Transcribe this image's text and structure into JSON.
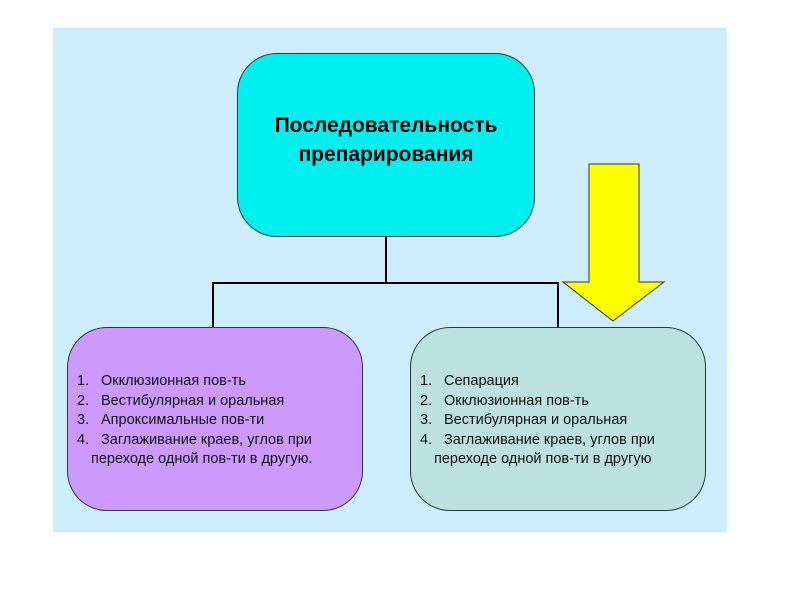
{
  "title": {
    "line1": "Последовательность",
    "line2": "препарирования"
  },
  "left_box": {
    "items": [
      {
        "num": "1.",
        "text": "Окклюзионная  пов-ть"
      },
      {
        "num": "2.",
        "text": "Вестибулярная  и  оральная"
      },
      {
        "num": "3.",
        "text": "Апроксимальные пов-ти"
      },
      {
        "num": "4.",
        "text": "Заглаживание краев, углов при"
      }
    ],
    "continuation": "переходе одной пов-ти в другую."
  },
  "right_box": {
    "items": [
      {
        "num": "1.",
        "text": "Сепарация"
      },
      {
        "num": "2.",
        "text": "Окклюзионная  пов-ть"
      },
      {
        "num": "3.",
        "text": "Вестибулярная  и  оральная"
      },
      {
        "num": "4.",
        "text": "Заглаживание краев, углов при"
      }
    ],
    "continuation": "переходе одной пов-ти в другую"
  },
  "colors": {
    "background": "#cdedfc",
    "top": "#00f0f0",
    "left": "#cc99ff",
    "right": "#bde1e1",
    "arrow": "#ffff00"
  }
}
